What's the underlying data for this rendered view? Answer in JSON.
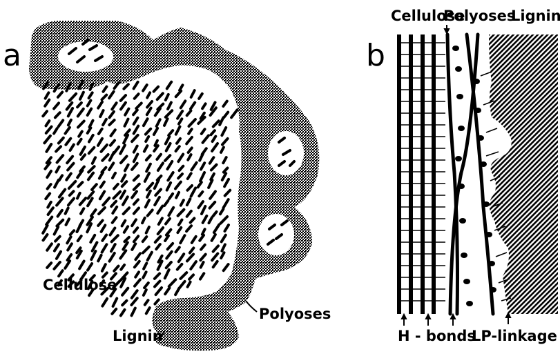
{
  "panel_a": {
    "letter": "a",
    "labels": {
      "cellulose": "Cellulose",
      "polyoses": "Polyoses",
      "lignin": "Lignin"
    }
  },
  "panel_b": {
    "letter": "b",
    "top_labels": {
      "cellulose": "Cellulose",
      "polyoses": "Polyoses",
      "lignin": "Lignin"
    },
    "bottom_labels": {
      "h_bonds": "H - bonds",
      "lp_linkage": "LP-linkage"
    }
  },
  "colors": {
    "ink": "#000000",
    "background": "#ffffff"
  }
}
